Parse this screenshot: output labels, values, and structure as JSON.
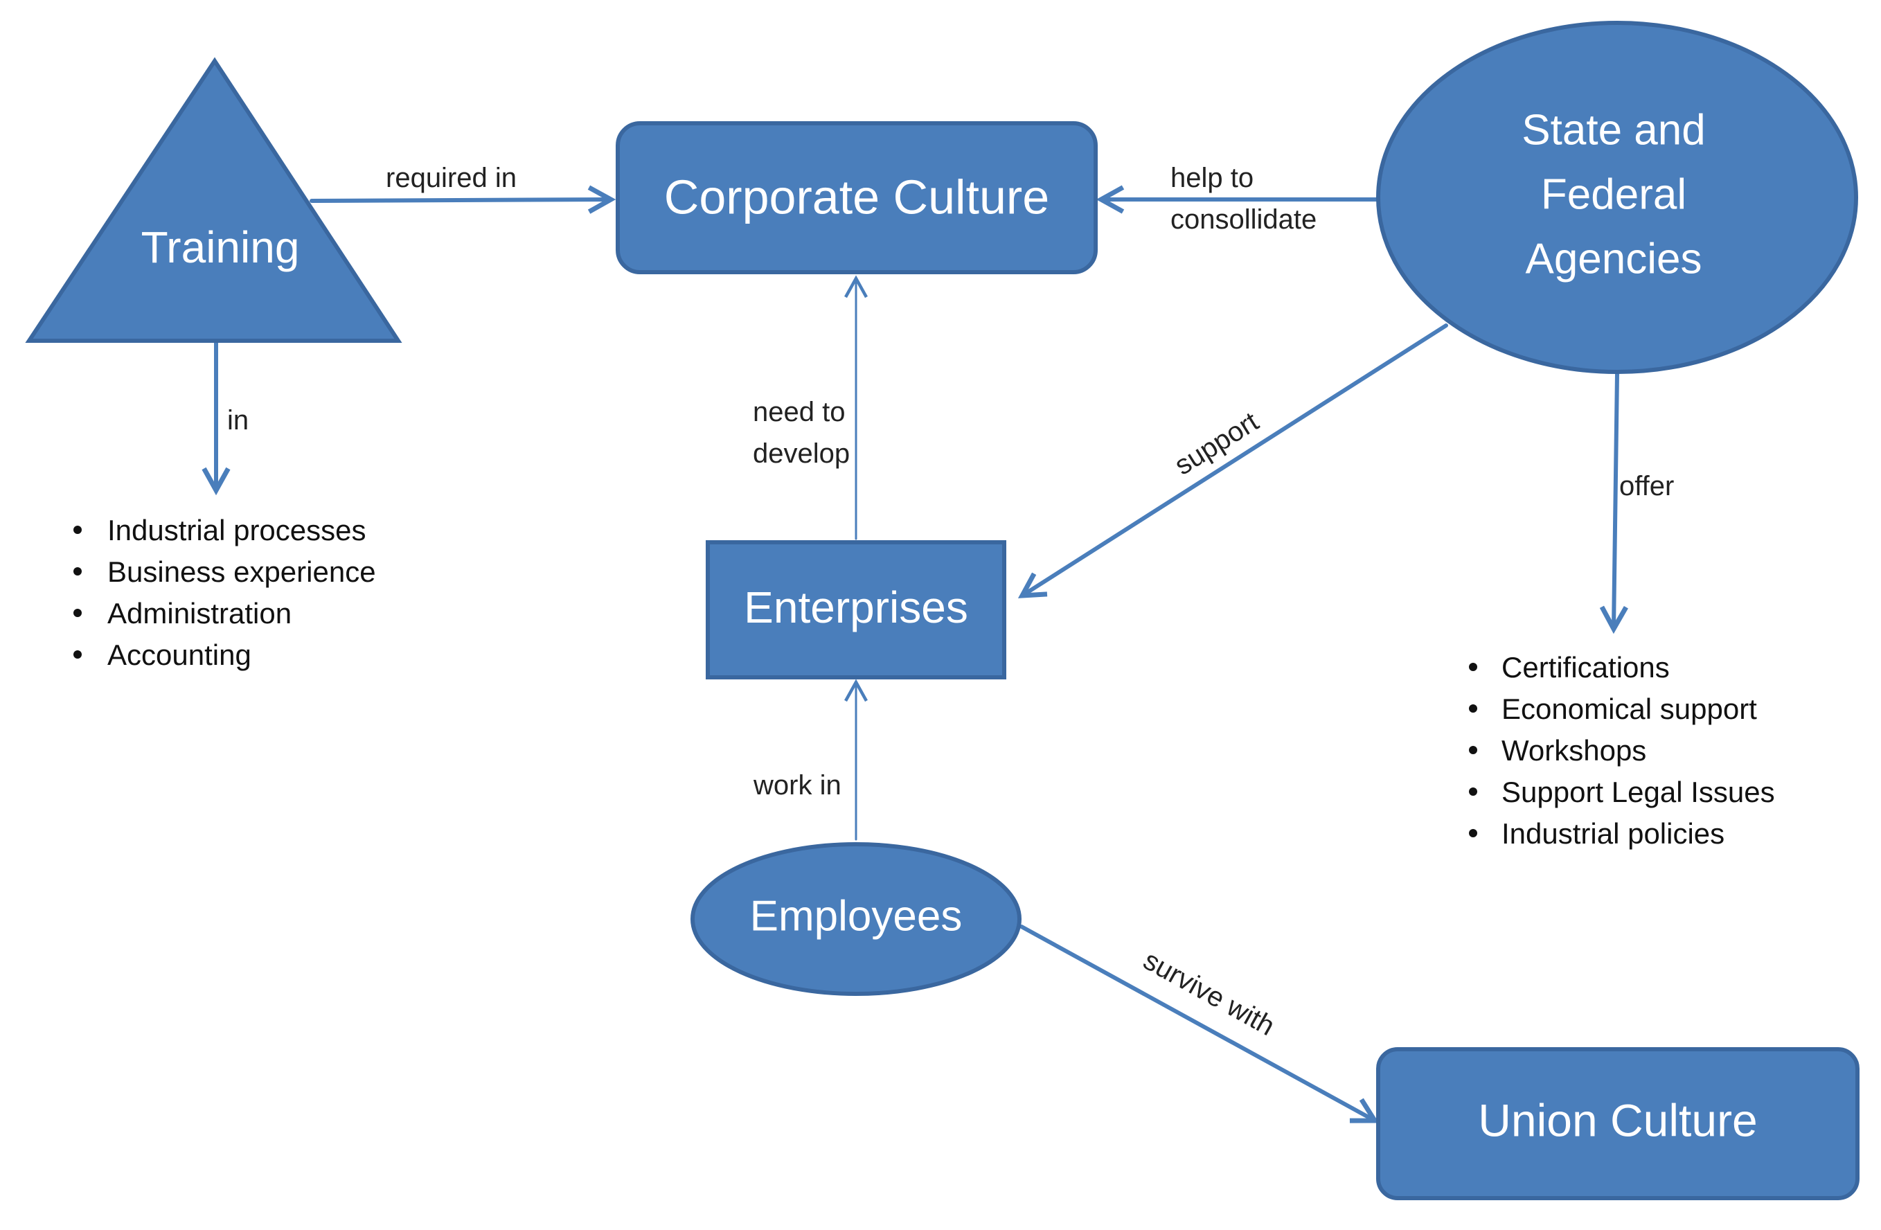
{
  "nodes": {
    "training": "Training",
    "corporate_culture": "Corporate Culture",
    "agencies": [
      "State and",
      "Federal",
      "Agencies"
    ],
    "enterprises": "Enterprises",
    "employees": "Employees",
    "union_culture": "Union Culture"
  },
  "edges": {
    "required_in": "required in",
    "help_to": [
      "help to",
      "consollidate"
    ],
    "in": "in",
    "need_to_develop": [
      "need to",
      "develop"
    ],
    "support": "support",
    "offer": "offer",
    "work_in": "work in",
    "survive_with": "survive with"
  },
  "training_topics": [
    "Industrial processes",
    "Business experience",
    "Administration",
    "Accounting"
  ],
  "agency_offers": [
    "Certifications",
    "Economical support",
    "Workshops",
    "Support Legal Issues",
    "Industrial policies"
  ],
  "colors": {
    "node": "#4a7ebb",
    "node_border": "#3a679f",
    "text": "#ffffff"
  }
}
